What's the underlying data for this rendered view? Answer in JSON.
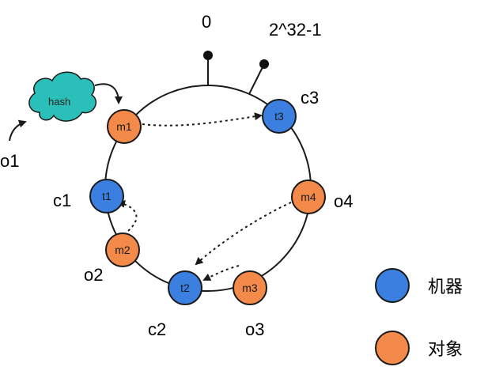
{
  "ring": {
    "start_label": "0",
    "end_label": "2^32-1"
  },
  "hash_label": "hash",
  "input_label": "o1",
  "colors": {
    "machine": "#3b7fe0",
    "object": "#f48a4a",
    "hash": "#2bbfba",
    "stroke": "#1a1a1a"
  },
  "machines": [
    {
      "id": "t1",
      "label": "t1",
      "side_label": "c1"
    },
    {
      "id": "t2",
      "label": "t2",
      "side_label": "c2"
    },
    {
      "id": "t3",
      "label": "t3",
      "side_label": "c3"
    }
  ],
  "objects": [
    {
      "id": "m1",
      "label": "m1",
      "side_label": ""
    },
    {
      "id": "m2",
      "label": "m2",
      "side_label": "o2"
    },
    {
      "id": "m3",
      "label": "m3",
      "side_label": "o3"
    },
    {
      "id": "m4",
      "label": "m4",
      "side_label": "o4"
    }
  ],
  "mappings": [
    {
      "from": "m1",
      "to": "t3"
    },
    {
      "from": "m2",
      "to": "t1"
    },
    {
      "from": "m3",
      "to": "t2"
    },
    {
      "from": "m4",
      "to": "t2"
    }
  ],
  "legend": [
    {
      "kind": "machine",
      "label": "机器"
    },
    {
      "kind": "object",
      "label": "对象"
    }
  ]
}
